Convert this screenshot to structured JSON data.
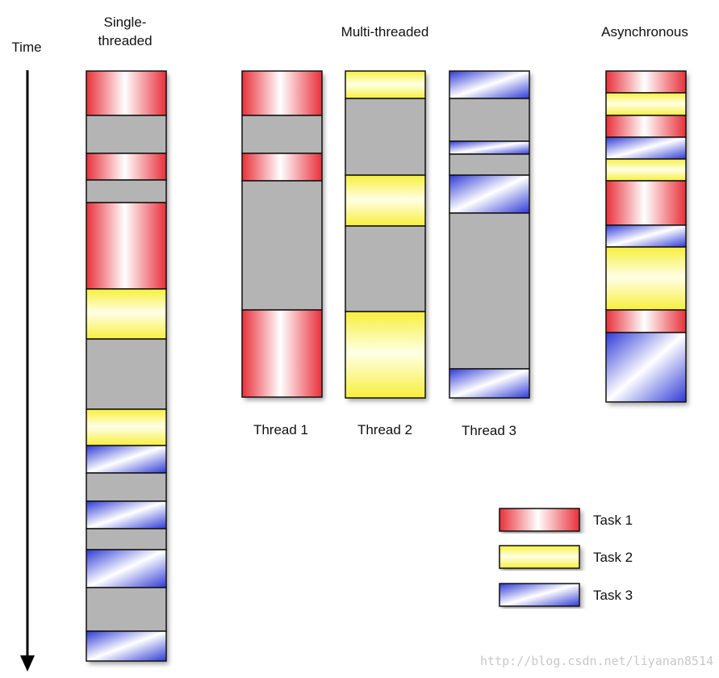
{
  "labels": {
    "time": "Time",
    "single_line1": "Single-",
    "single_line2": "threaded",
    "multi": "Multi-threaded",
    "async": "Asynchronous",
    "thread1": "Thread 1",
    "thread2": "Thread 2",
    "thread3": "Thread 3"
  },
  "legend": [
    {
      "task": "t1",
      "label": "Task 1"
    },
    {
      "task": "t2",
      "label": "Task 2"
    },
    {
      "task": "t3",
      "label": "Task 3"
    }
  ],
  "colors": {
    "t1": "#e8303a",
    "t2": "#f7ef3c",
    "t3": "#2e39d6",
    "idle": "#b4b4b4",
    "border": "#111111"
  },
  "watermark": "http://blog.csdn.net/liyanan8514",
  "columns": [
    {
      "id": "single",
      "segments": [
        [
          "t1",
          55
        ],
        [
          "idle",
          47
        ],
        [
          "t1",
          33
        ],
        [
          "idle",
          28
        ],
        [
          "t1",
          107
        ],
        [
          "t2",
          62
        ],
        [
          "idle",
          87
        ],
        [
          "t2",
          45
        ],
        [
          "t3",
          34
        ],
        [
          "idle",
          35
        ],
        [
          "t3",
          34
        ],
        [
          "idle",
          26
        ],
        [
          "t3",
          47
        ],
        [
          "idle",
          54
        ],
        [
          "t3",
          37
        ]
      ]
    },
    {
      "id": "thread1",
      "segments": [
        [
          "t1",
          55
        ],
        [
          "idle",
          47
        ],
        [
          "t1",
          34
        ],
        [
          "idle",
          160
        ],
        [
          "t1",
          108
        ]
      ]
    },
    {
      "id": "thread2",
      "segments": [
        [
          "t2",
          34
        ],
        [
          "idle",
          95
        ],
        [
          "t2",
          63
        ],
        [
          "idle",
          106
        ],
        [
          "t2",
          107
        ]
      ]
    },
    {
      "id": "thread3",
      "segments": [
        [
          "t3",
          34
        ],
        [
          "idle",
          53
        ],
        [
          "t3",
          16
        ],
        [
          "idle",
          26
        ],
        [
          "t3",
          47
        ],
        [
          "idle",
          193
        ],
        [
          "t3",
          36
        ]
      ]
    },
    {
      "id": "async",
      "segments": [
        [
          "t1",
          27
        ],
        [
          "t2",
          28
        ],
        [
          "t1",
          27
        ],
        [
          "t3",
          27
        ],
        [
          "t2",
          27
        ],
        [
          "t1",
          55
        ],
        [
          "t3",
          27
        ],
        [
          "t2",
          78
        ],
        [
          "t1",
          28
        ],
        [
          "t3",
          86
        ]
      ]
    }
  ]
}
